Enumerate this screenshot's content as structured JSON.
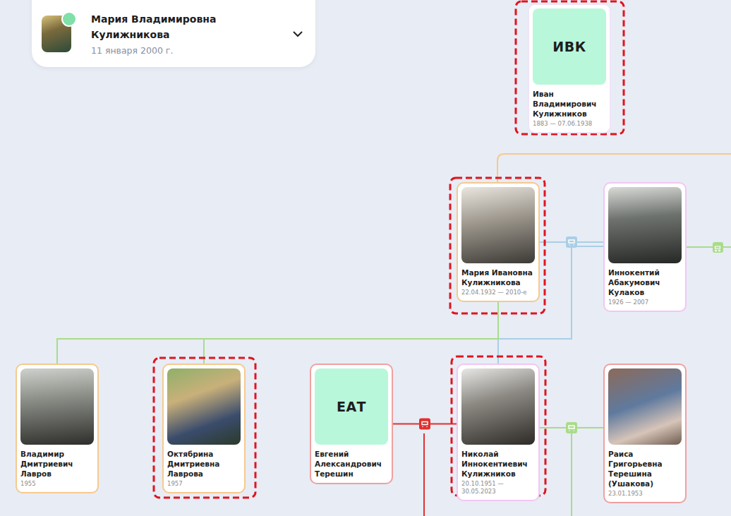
{
  "diagram": {
    "nodes": [
      {
        "text": [
          "Мария Владимировна Кулижникова",
          "11 января 2000 г."
        ]
      },
      {
        "text": [
          "ИВК",
          "Иван Владимирович Кулижников",
          "1883 — 07.06.1938"
        ]
      },
      {
        "text": [
          "Мария Ивановна Кулижникова",
          "22.04.1932 — 2010-е"
        ]
      },
      {
        "text": [
          "Иннокентий Абакумович Кулаков",
          "1926 — 2007"
        ]
      },
      {
        "text": [
          "Владимир Дмитриевич Лавров",
          "1955"
        ]
      },
      {
        "text": [
          "Октябрина Дмитриевна Лаврова",
          "1957"
        ]
      },
      {
        "text": [
          "ЕАТ",
          "Евгений Александрович Терешин"
        ]
      },
      {
        "text": [
          "Николай Иннокентиевич Кулижников",
          "20.10.1951 — 30.05.2023"
        ]
      },
      {
        "text": [
          "Раиса Григорьевна Терешина (Ушакова)",
          "23.01.1953"
        ]
      }
    ],
    "edges": [
      {
        "from": 2,
        "to": 3,
        "arrow": "none"
      },
      {
        "from": 2,
        "to": 7,
        "arrow": "none"
      },
      {
        "from": 3,
        "to": 7,
        "arrow": "none"
      },
      {
        "from": 2,
        "to": 4,
        "arrow": "none"
      },
      {
        "from": 2,
        "to": 5,
        "arrow": "none"
      },
      {
        "from": 6,
        "to": 7,
        "arrow": "none"
      },
      {
        "from": 7,
        "to": 8,
        "arrow": "none"
      }
    ]
  }
}
